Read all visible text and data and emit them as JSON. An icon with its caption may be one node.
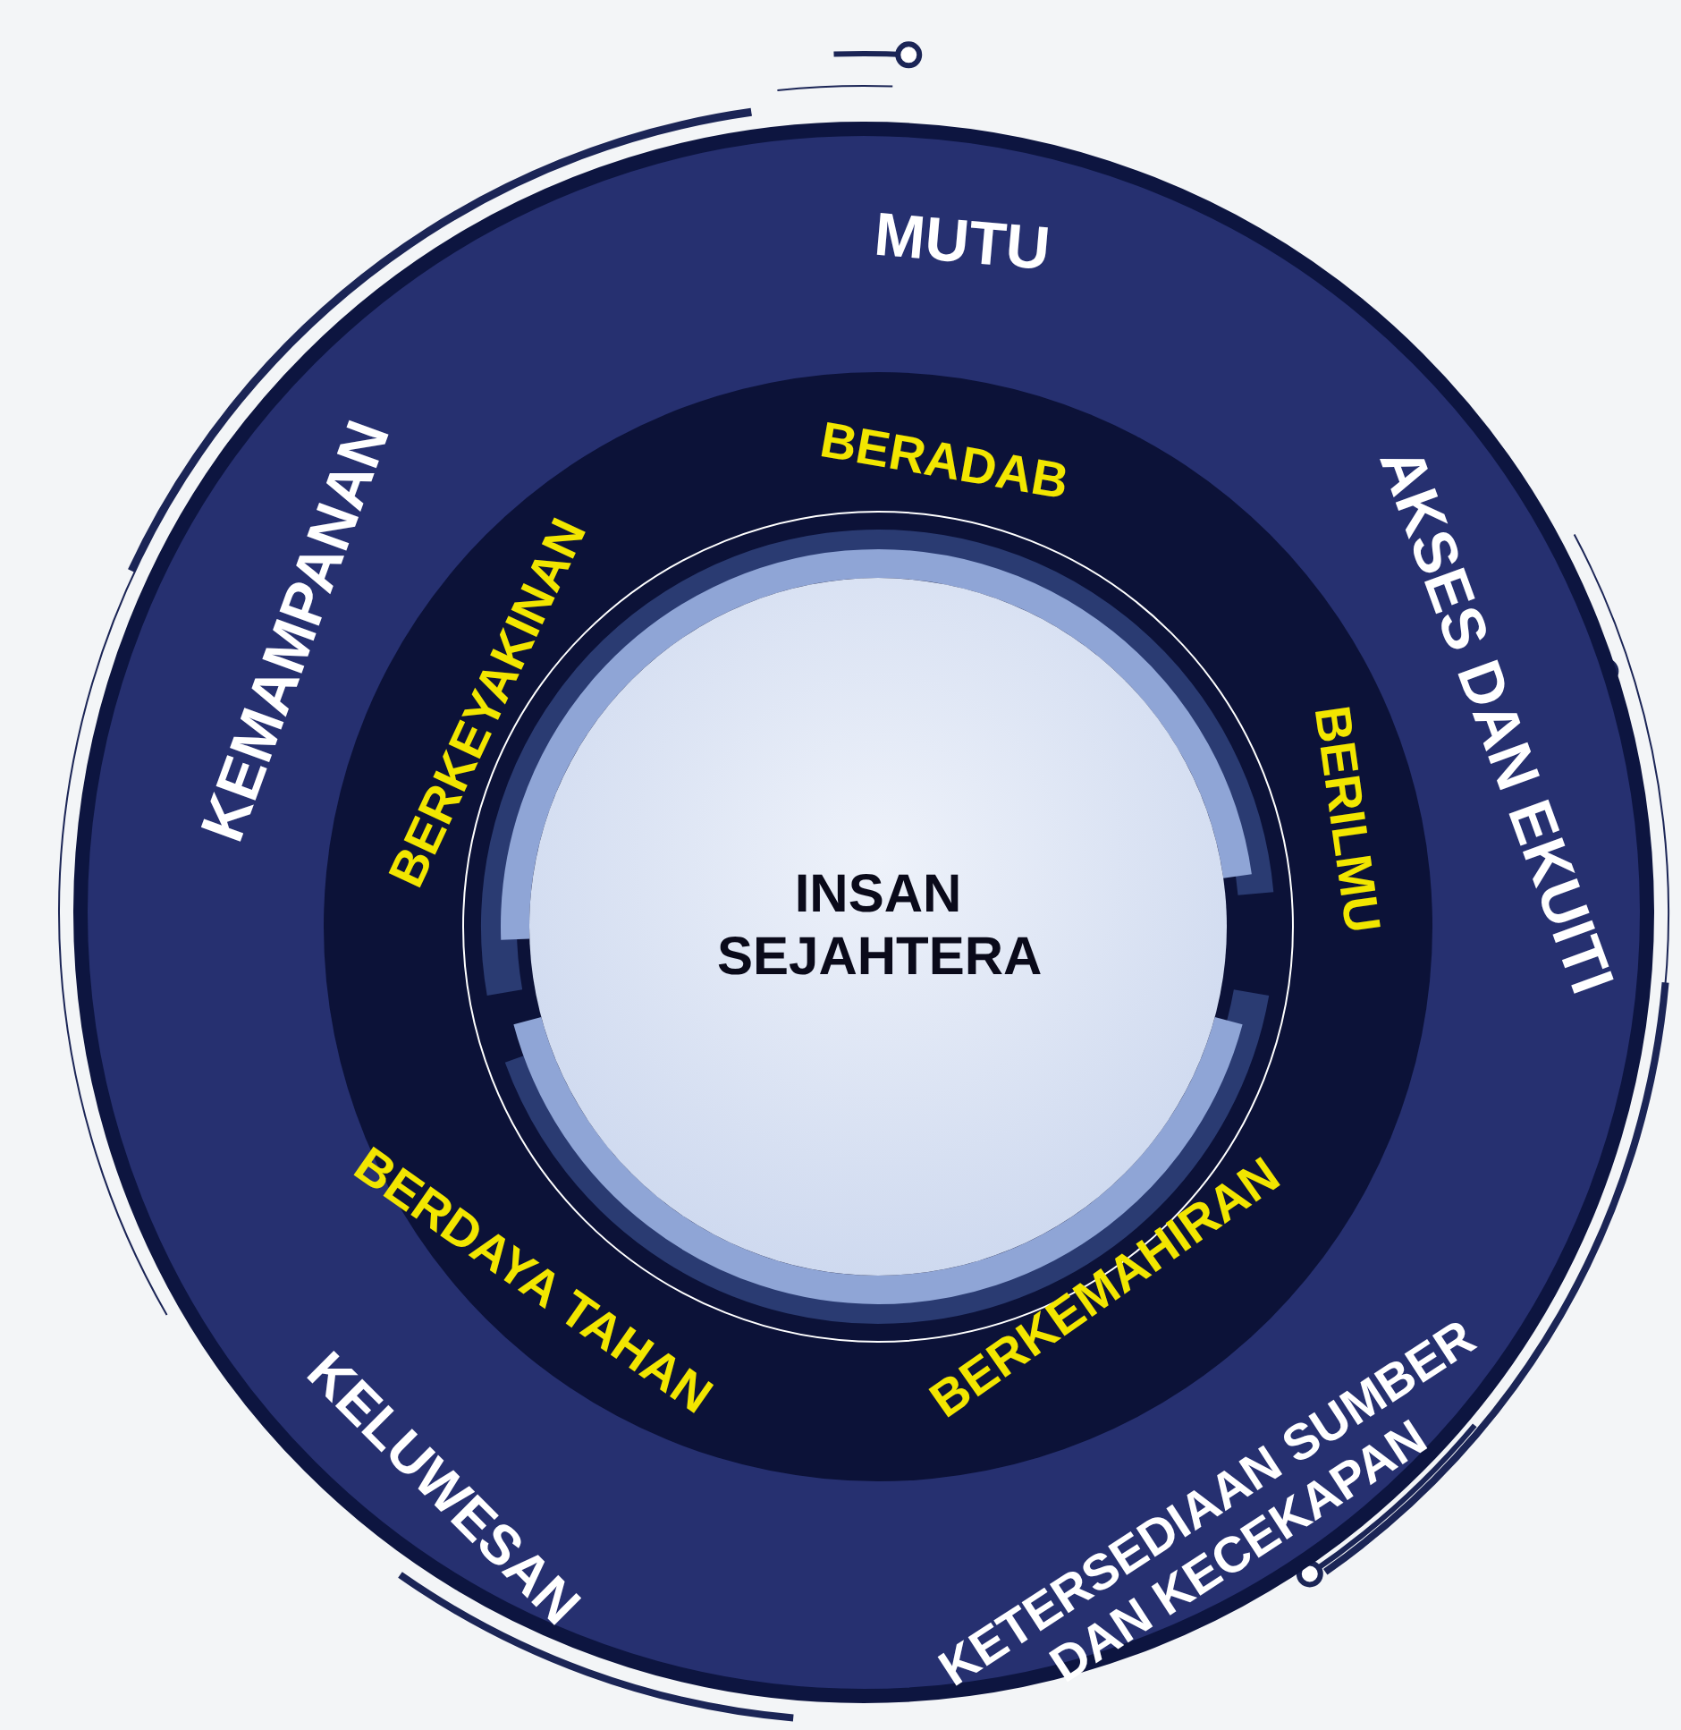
{
  "diagram": {
    "nodes": [
      {
        "text": [
          "MUTU",
          "AKSES DAN EKUITI",
          "KETERSEDIAAN SUMBER DAN KECEKAPAN",
          "KELUWESAN",
          "KEMAMPANAN"
        ]
      },
      {
        "text": [
          "BERADAB",
          "BERILMU",
          "BERKEMAHIRAN",
          "BERDAYA TAHAN",
          "BERKEYAKINAN"
        ],
        "in": 0
      },
      {
        "text": [
          "INSAN SEJAHTERA"
        ],
        "in": 1
      }
    ]
  }
}
